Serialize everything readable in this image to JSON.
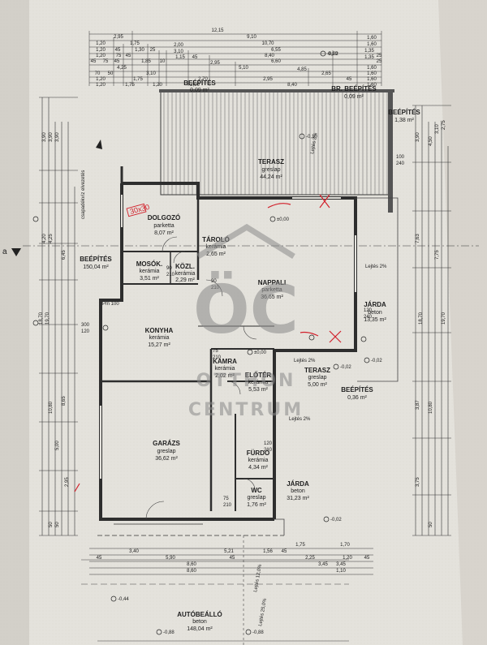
{
  "top_dims": {
    "total": "12,15",
    "r1": [
      "2,95",
      "9,10"
    ],
    "r2": [
      "1,20",
      "1,75",
      "10,70",
      "1,60"
    ],
    "r3": [
      "1,20",
      "45",
      "1,30",
      "25",
      "2,00",
      "6,55",
      "1,60"
    ],
    "r4": [
      "1,20",
      "75",
      "45",
      "3,10",
      "8,40",
      "1,35",
      "25"
    ],
    "r5": [
      "45",
      "75",
      "45",
      "1,85",
      "10",
      "1,15",
      "45",
      "6,60",
      "1,35",
      "25"
    ],
    "r6": [
      "4,25",
      "2,95",
      "5,10",
      "1,60",
      "0,10"
    ],
    "r7": [
      "70",
      "50",
      "3,10",
      "4,85",
      "1,60"
    ],
    "r8": [
      "1,20",
      "1,75",
      "2,70",
      "2,95",
      "2,65",
      "45",
      "1,60"
    ],
    "r9": [
      "1,20",
      "1,75",
      "1,20",
      "2,00",
      "8,40",
      "1,60"
    ]
  },
  "labels": {
    "beep_top": "BEÉPÍTÉS",
    "beep_top_area": "0,09 m²",
    "br_beep": "BR. BEÉPÍTÉS",
    "br_beep_area": "0,09 m²",
    "beep_right": "BEÉPÍTÉS",
    "beep_right_area": "1,38 m²",
    "beep_left": "BEÉPÍTÉS",
    "beep_left_area": "150,04 m²",
    "beep_small": "BEÉPÍTÉS",
    "beep_small_area": "0,36 m²",
    "terasz_lejtes": "Lejtés 2%",
    "nappali_lejtes": "Lejtés 2%",
    "terasz2_lejtes": "Lejtés 2%",
    "jarda_lejtes": "Lejtés 2%",
    "auto_lejtes1": "Lejtés 12,0%",
    "auto_lejtes2": "Lejtés 25,0%",
    "section": "a",
    "eaves": "csapadékvíz elvezetés",
    "pm100": "Pm 100",
    "red_note": "30x30"
  },
  "rooms": [
    {
      "name": "TERASZ",
      "finish": "greslap",
      "area": "44,24 m²"
    },
    {
      "name": "DOLGOZÓ",
      "finish": "parketta",
      "area": "8,07 m²"
    },
    {
      "name": "TÁROLÓ",
      "finish": "kerámia",
      "area": "2,65 m²"
    },
    {
      "name": "MOSÓK.",
      "finish": "kerámia",
      "area": "3,51 m²"
    },
    {
      "name": "KÖZL.",
      "finish": "kerámia",
      "area": "2,29 m²"
    },
    {
      "name": "NAPPALI",
      "finish": "parketta",
      "area": "36,65 m²"
    },
    {
      "name": "KONYHA",
      "finish": "kerámia",
      "area": "15,27 m²"
    },
    {
      "name": "KAMRA",
      "finish": "kerámia",
      "area": "2,02 m²"
    },
    {
      "name": "ELŐTÉR",
      "finish": "kerámia",
      "area": "5,53 m²"
    },
    {
      "name": "TERASZ",
      "finish": "greslap",
      "area": "5,00 m²"
    },
    {
      "name": "JÁRDA",
      "finish": "beton",
      "area": "13,35 m²"
    },
    {
      "name": "GARÁZS",
      "finish": "greslap",
      "area": "36,62 m²"
    },
    {
      "name": "FÜRDŐ",
      "finish": "kerámia",
      "area": "4,34 m²"
    },
    {
      "name": "WC",
      "finish": "greslap",
      "area": "1,76 m²"
    },
    {
      "name": "JÁRDA",
      "finish": "beton",
      "area": "31,23 m²"
    },
    {
      "name": "AUTÓBEÁLLÓ",
      "finish": "beton",
      "area": "148,04 m²"
    }
  ],
  "levels": [
    "±0,00",
    "-0,10",
    "±0,00",
    "-0,02",
    "-0,02",
    "-0,02",
    "-0,44",
    "-0,88",
    "-0,88",
    "-0,02"
  ],
  "bottom_dims": {
    "r1": [
      "1,75",
      "1,70"
    ],
    "r2": [
      "3,40",
      "5,21",
      "1,56",
      "45",
      "2,25",
      "1,20"
    ],
    "r3": [
      "45",
      "5,90",
      "45",
      "3,45",
      "45"
    ],
    "r4": [
      "8,60",
      "3,45"
    ],
    "r5": [
      "8,60",
      "1,10"
    ]
  },
  "left_dims": [
    "3,90",
    "3,90",
    "3,90",
    "4,20",
    "4,25",
    "6,45",
    "18,70",
    "19,70",
    "10,80",
    "8,65",
    "5,00",
    "2,95",
    "50",
    "50"
  ],
  "right_dims": [
    "3,90",
    "4,50",
    "3,10",
    "2,75",
    "7,63",
    "7,75",
    "18,70",
    "19,70",
    "10,80",
    "3,87",
    "3,75",
    "50"
  ],
  "door_marks": [
    "90",
    "210",
    "120",
    "210",
    "75",
    "210",
    "90",
    "210",
    "75",
    "210",
    "120",
    "240",
    "100",
    "240",
    "300",
    "120"
  ],
  "watermark": {
    "logo": "ÖC",
    "line1": "OTTHON",
    "line2": "CENTRUM"
  }
}
